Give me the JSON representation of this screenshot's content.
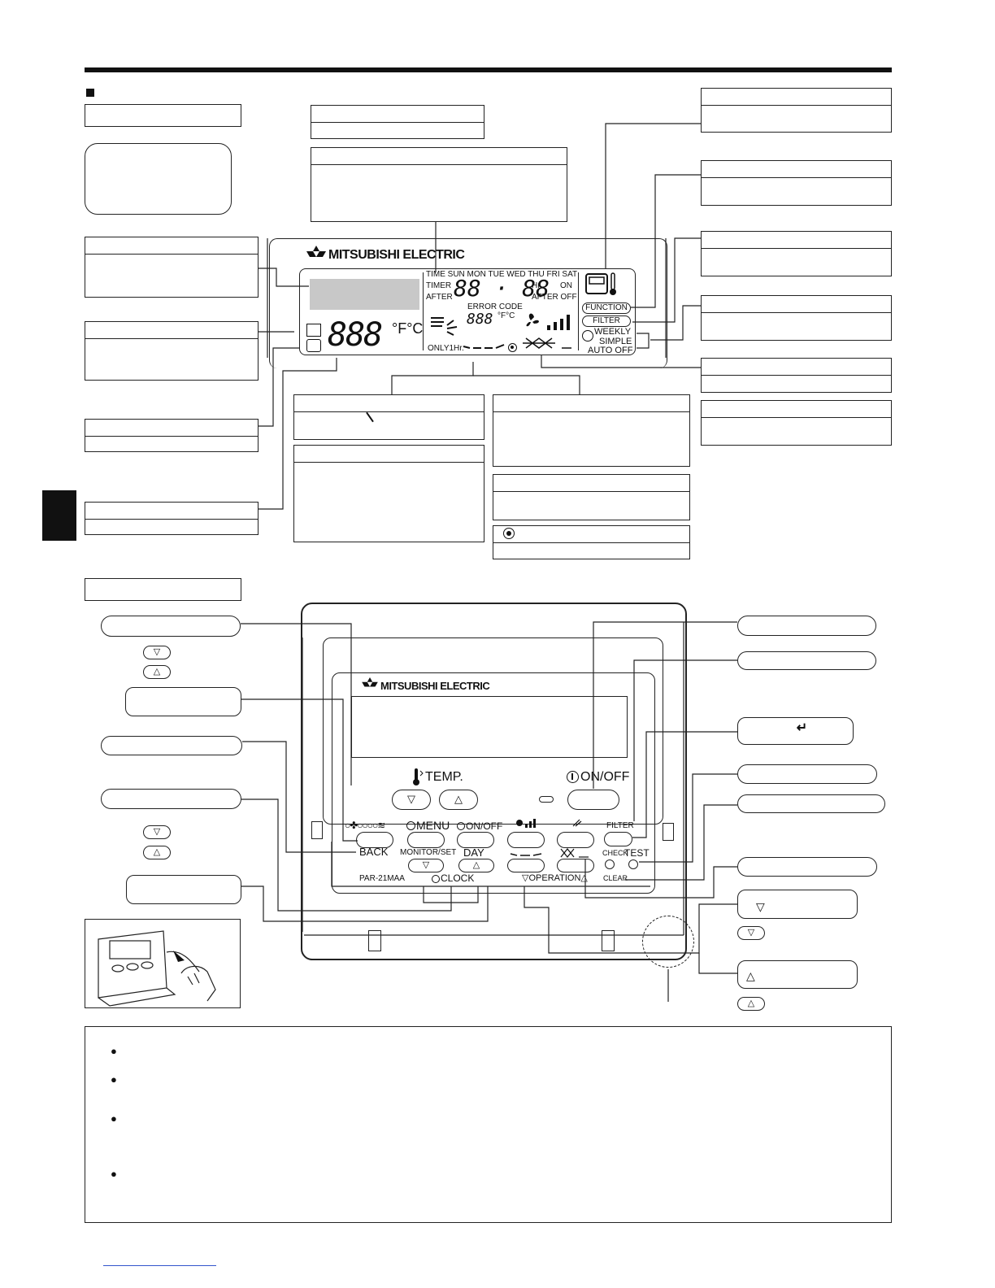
{
  "lcd": {
    "brand": "MITSUBISHI ELECTRIC",
    "days": "TIME  SUN MON TUE WED THU FRI SAT",
    "timer": "TIMER",
    "after": "AFTER",
    "time_digits": "88 · 88",
    "hr": "Hr",
    "on": "ON",
    "after_off": "AFTER  OFF",
    "error_code": "ERROR CODE",
    "error_digits": "888",
    "error_unit": "°F°C",
    "temp_digits": "888",
    "temp_unit": "°F°C",
    "only1hr": "ONLY1Hr.",
    "function": "FUNCTION",
    "filter": "FILTER",
    "weekly": "WEEKLY",
    "simple": "SIMPLE",
    "auto_off": "AUTO OFF"
  },
  "controller": {
    "brand": "MITSUBISHI ELECTRIC",
    "temp": "TEMP.",
    "on_off": "ON/OFF",
    "menu": "MENU",
    "menu_icons": "○✤○○○○≋",
    "timer_on_off": "ON/OFF",
    "back": "BACK",
    "monitor_set": "MONITOR/SET",
    "day": "DAY",
    "clock": "CLOCK",
    "operation": "▽OPERATION△",
    "model": "PAR-21MAA",
    "filter": "FILTER",
    "check": "CHECK",
    "test": "TEST",
    "clear": "CLEAR",
    "down": "▽",
    "up": "△"
  },
  "callouts": {
    "enter_symbol": "↵",
    "down_symbol": "▽",
    "up_symbol": "△"
  },
  "bullets": [
    "●",
    "●",
    "●",
    "●"
  ]
}
